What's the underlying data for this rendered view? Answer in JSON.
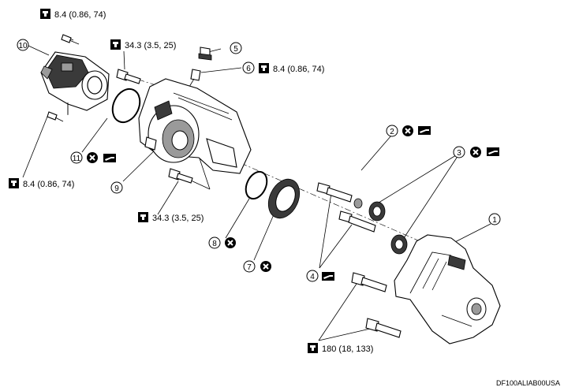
{
  "callouts": {
    "c1": "1",
    "c2": "2",
    "c3": "3",
    "c4": "4",
    "c5": "5",
    "c6": "6",
    "c7": "7",
    "c8": "8",
    "c9": "9",
    "c10": "10",
    "c11": "11"
  },
  "torques": {
    "t_top_left": "8.4 (0.86, 74)",
    "t_upper_bolt": "34.3 (3.5, 25)",
    "t_part6": "8.4 (0.86, 74)",
    "t_left_mid": "8.4 (0.86, 74)",
    "t_lower_bolt": "34.3 (3.5, 25)",
    "t_bottom": "180 (18, 133)"
  },
  "icons": {
    "torque": "torque-wrench-icon",
    "replace": "do-not-reuse-icon",
    "lubricate": "apply-fluid-icon"
  },
  "footer": {
    "code": "DF100ALIAB00USA"
  }
}
